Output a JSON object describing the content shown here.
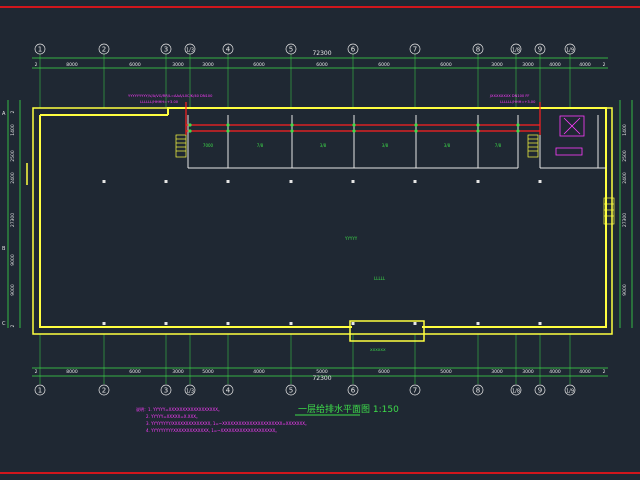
{
  "colors": {
    "background": "#1f2833",
    "frame_red": "#d0161c",
    "wall_yellow": "#ffff40",
    "dimension_green": "#3ddc4a",
    "axis_white": "#e6e6e6",
    "pipe_red": "#ff2020",
    "note_magenta": "#ff3cff"
  },
  "axes": [
    "1",
    "2",
    "3",
    "1/3",
    "4",
    "5",
    "6",
    "7",
    "8",
    "1/8",
    "9",
    "1/9"
  ],
  "total_dimension": "72300",
  "top_dimensions": [
    "2",
    "8000",
    "6000",
    "3000",
    "3000",
    "6000",
    "6000",
    "6000",
    "6000",
    "3000",
    "3000",
    "4000",
    "4000",
    "2"
  ],
  "bottom_dimensions": [
    "2",
    "8000",
    "6000",
    "3000",
    "5000",
    "4000",
    "5000",
    "6000",
    "5000",
    "3000",
    "3000",
    "4000",
    "4000",
    "2"
  ],
  "left_dimensions": [
    "2",
    "1400",
    "2500",
    "2400",
    "27300",
    "9000",
    "9000",
    "2"
  ],
  "right_dimensions": [
    "1400",
    "2500",
    "2400",
    "27300",
    "9000"
  ],
  "side_markers": [
    "A",
    "B",
    "C"
  ],
  "rooms": [
    "7000",
    "7/8",
    "3/8",
    "3/8",
    "3/8",
    "7/8"
  ],
  "annotations": {
    "top_left_pipe": "YYYYYYYYY/V/A/VG/RR/L=AAA/L0C/K/40 DN100",
    "top_left_pipe_sub": "LLLLLL/HHHH=+3.00",
    "top_right_pipe": "JXXXXXXXX DN100 FF",
    "top_right_pipe_sub": "LLLLLL/HHH=+3.00",
    "hall_label": "YYYYY",
    "hall_label_2": "LLLLL",
    "entrance_label": "XXXXXX"
  },
  "title": "一层给排水平面图 1:150",
  "notes": [
    "说明：1. YYYYY=XXXXXXXXXXXXXXXXXX。",
    "2. YYYYY=XXXXX=X.XXX。",
    "3. YYYYYYYY/XXXXXXXXXXXXXX, 1=~XXXXXXXXXXXXXXXXXXXXXX=XXXXXXX。",
    "4. YYYYYYYYYXXXXXXXXXXXXX, 1=~XXXXXXXXXXXXXXXXXXXX。"
  ]
}
